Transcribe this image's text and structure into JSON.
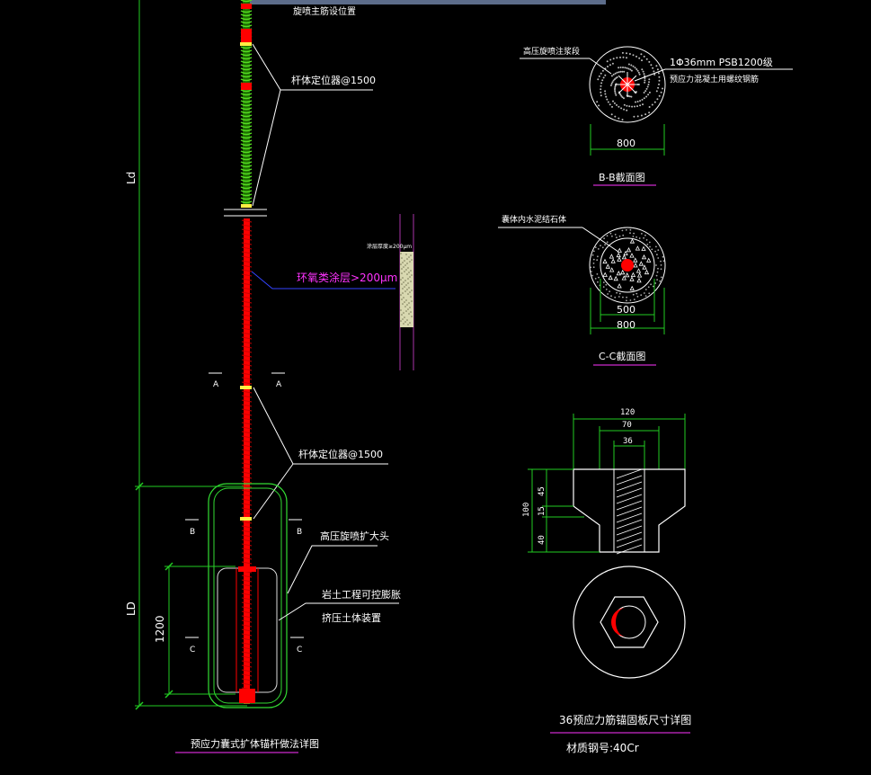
{
  "labels": {
    "top_note": "旋喷主筋设位置",
    "centralizer_top": "杆体定位器@1500",
    "centralizer_bottom": "杆体定位器@1500",
    "epoxy_coating": "环氧类涂层>200μm",
    "coating_detail": "涂层厚度≥200μm",
    "jet_head": "高压旋喷扩大头",
    "squeeze_line1": "岩土工程可控膨胀",
    "squeeze_line2": "挤压土体装置",
    "main_title": "预应力囊式扩体锚杆做法详图"
  },
  "dims": {
    "ld_upper": "Ld",
    "ld_lower": "LD",
    "bulb_height": "1200"
  },
  "section_marks": {
    "a_left": "A",
    "a_right": "A",
    "b_left": "B",
    "b_right": "B",
    "c_left": "C",
    "c_right": "C"
  },
  "section_bb": {
    "callout_left": "高压旋喷注浆段",
    "callout_right_1": "1Φ36mm PSB1200级",
    "callout_right_2": "预应力混凝土用螺纹钢筋",
    "diameter": "800",
    "title": "B-B截面图"
  },
  "section_cc": {
    "callout": "囊体内水泥结石体",
    "inner_diameter": "500",
    "outer_diameter": "800",
    "title": "C-C截面图"
  },
  "anchor_plate": {
    "w_outer": "120",
    "w_mid": "70",
    "w_inner": "36",
    "h_total": "100",
    "h_top": "45",
    "h_mid": "15",
    "h_bottom": "40",
    "title": "36预应力筋锚固板尺寸详图",
    "material": "材质钢号:40Cr"
  },
  "colors": {
    "bar": "#ff0000",
    "coil": "#44cc00",
    "leader": "#ffffff",
    "dimension": "#22cc22",
    "title_underline": "#ff33ff",
    "coating_leader": "#3344ff",
    "centralizer": "#ffee44",
    "bulb_outline": "#33dd33"
  }
}
